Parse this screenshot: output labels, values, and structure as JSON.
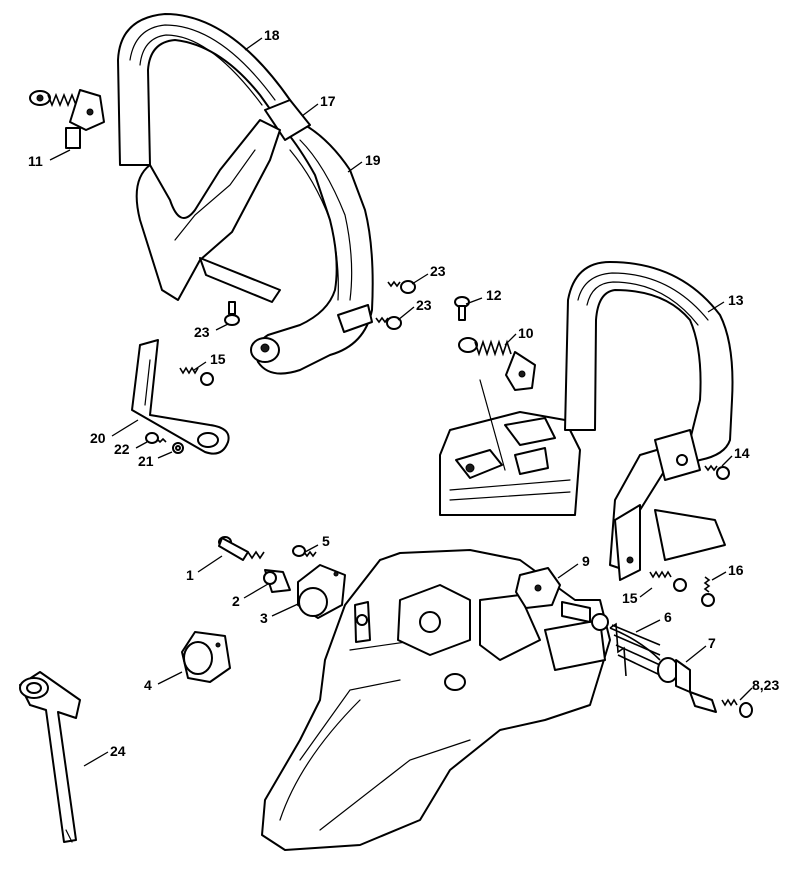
{
  "callouts": [
    {
      "id": "c18",
      "text": "18"
    },
    {
      "id": "c17",
      "text": "17"
    },
    {
      "id": "c19",
      "text": "19"
    },
    {
      "id": "c11",
      "text": "11"
    },
    {
      "id": "c23a",
      "text": "23"
    },
    {
      "id": "c23b",
      "text": "23"
    },
    {
      "id": "c23c",
      "text": "23"
    },
    {
      "id": "c12",
      "text": "12"
    },
    {
      "id": "c13",
      "text": "13"
    },
    {
      "id": "c10",
      "text": "10"
    },
    {
      "id": "c15a",
      "text": "15"
    },
    {
      "id": "c20",
      "text": "20"
    },
    {
      "id": "c22",
      "text": "22"
    },
    {
      "id": "c21",
      "text": "21"
    },
    {
      "id": "c14",
      "text": "14"
    },
    {
      "id": "c16",
      "text": "16"
    },
    {
      "id": "c15b",
      "text": "15"
    },
    {
      "id": "c5",
      "text": "5"
    },
    {
      "id": "c1",
      "text": "1"
    },
    {
      "id": "c2",
      "text": "2"
    },
    {
      "id": "c3",
      "text": "3"
    },
    {
      "id": "c9",
      "text": "9"
    },
    {
      "id": "c6",
      "text": "6"
    },
    {
      "id": "c7",
      "text": "7"
    },
    {
      "id": "c823",
      "text": "8,23"
    },
    {
      "id": "c4",
      "text": "4"
    },
    {
      "id": "c24",
      "text": "24"
    }
  ]
}
